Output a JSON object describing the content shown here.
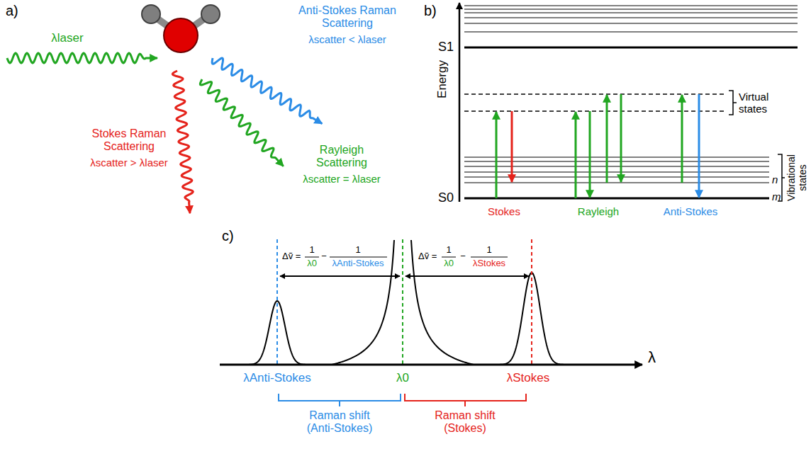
{
  "diagram": {
    "labels": [
      "a)",
      "λlaser",
      "Anti-Stokes Raman Scattering",
      "λscatter < λlaser",
      "Stokes Raman Scattering",
      "λscatter > λlaser",
      "Rayleigh Scattering",
      "λscatter = λlaser",
      "b)",
      "Energy",
      "S1",
      "S0",
      "Virtual states",
      "Vibrational states",
      "n",
      "m",
      "Stokes",
      "Rayleigh",
      "Anti-Stokes",
      "c)",
      "Δṽ =",
      "1",
      "λ0",
      "−",
      "1",
      "λAnti-Stokes",
      "Δṽ =",
      "1",
      "λ0",
      "−",
      "1",
      "λStokes",
      "λ",
      "λAnti-Stokes",
      "λ0",
      "λStokes",
      "Raman shift (Anti-Stokes)",
      "Raman shift (Stokes)"
    ]
  }
}
